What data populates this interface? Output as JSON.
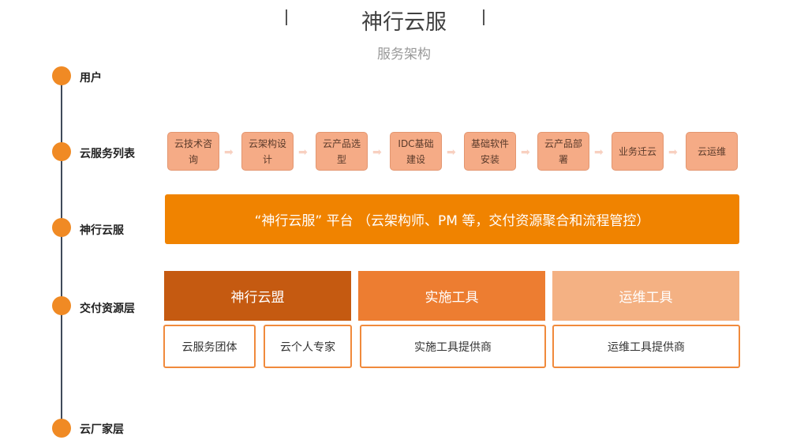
{
  "header": {
    "title": "神行云服",
    "subtitle": "服务架构"
  },
  "levels": [
    "用户",
    "云服务列表",
    "神行云服",
    "交付资源层",
    "云厂家层"
  ],
  "services": [
    "云技术咨询",
    "云架构设计",
    "云产品选型",
    "IDC基础建设",
    "基础软件安装",
    "云产品部署",
    "业务迁云",
    "云运维"
  ],
  "platform": "“神行云服” 平台 （云架构师、PM 等，交付资源聚合和流程管控）",
  "resources": [
    {
      "label": "神行云盟",
      "color": "#c55a11"
    },
    {
      "label": "实施工具",
      "color": "#ed7d31"
    },
    {
      "label": "运维工具",
      "color": "#f4b183"
    }
  ],
  "providers": [
    "云服务团体",
    "云个人专家",
    "实施工具提供商",
    "运维工具提供商"
  ]
}
